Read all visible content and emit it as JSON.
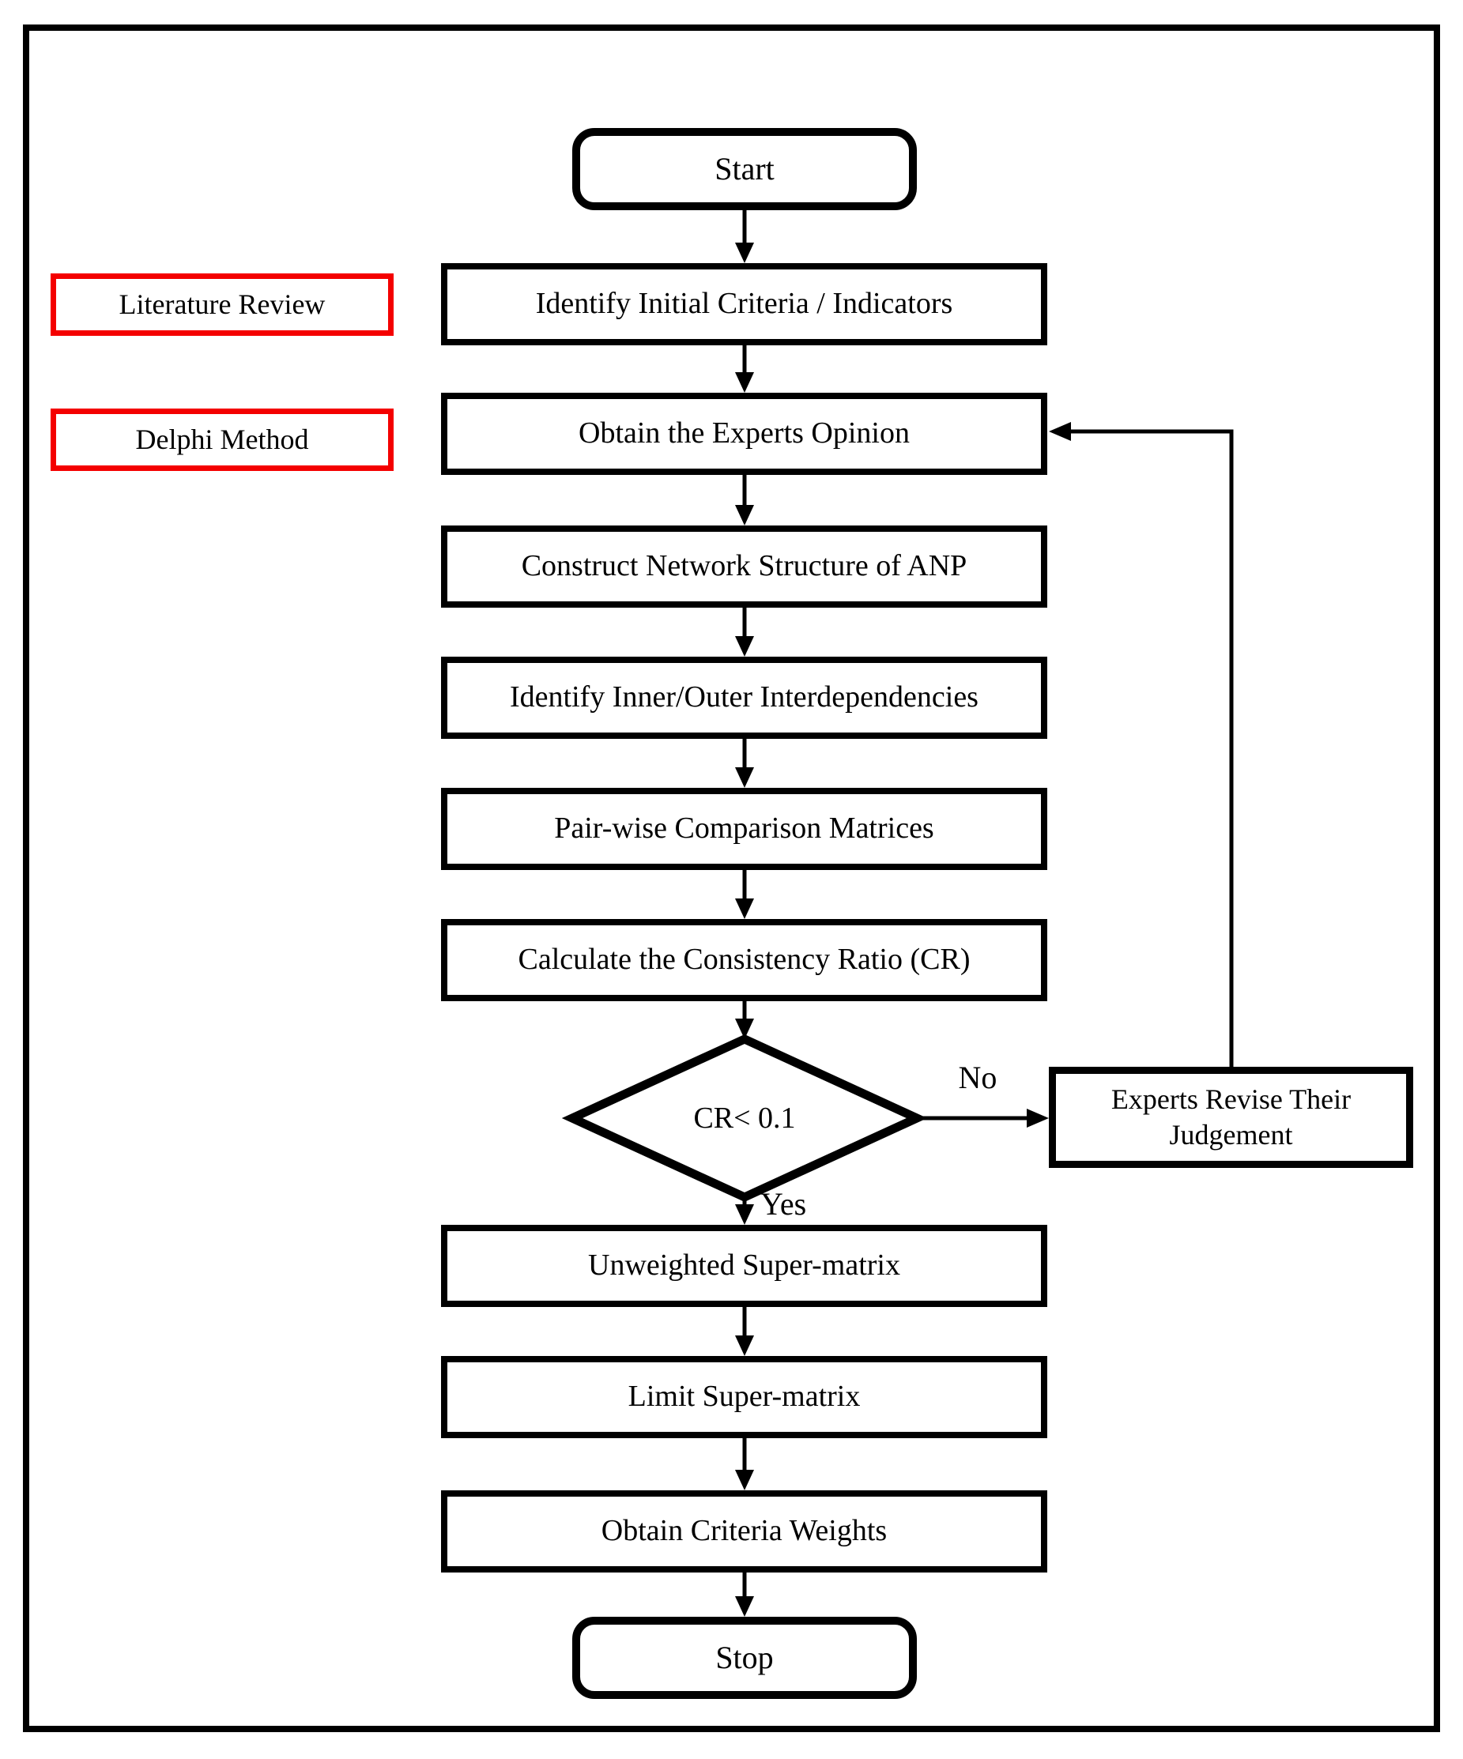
{
  "flowchart": {
    "title_semantic": "ANP methodology flowchart",
    "terminals": {
      "start": "Start",
      "stop": "Stop"
    },
    "steps": {
      "identify_criteria": "Identify Initial Criteria / Indicators",
      "obtain_opinion": "Obtain the Experts Opinion",
      "construct_network": "Construct Network Structure of ANP",
      "identify_interdependencies": "Identify Inner/Outer Interdependencies",
      "pairwise_matrices": "Pair-wise Comparison Matrices",
      "calculate_cr": "Calculate the Consistency Ratio (CR)",
      "unweighted_supermatrix": "Unweighted Super-matrix",
      "limit_supermatrix": "Limit Super-matrix",
      "obtain_weights": "Obtain Criteria Weights"
    },
    "decision": {
      "label": "CR< 0.1",
      "no_label": "No",
      "yes_label": "Yes"
    },
    "feedback_step": "Experts Revise Their Judgement",
    "side_labels": {
      "literature_review": "Literature Review",
      "delphi_method": "Delphi Method"
    },
    "colors": {
      "outline": "#000000",
      "highlight_red": "#f40000",
      "background": "#ffffff"
    }
  }
}
